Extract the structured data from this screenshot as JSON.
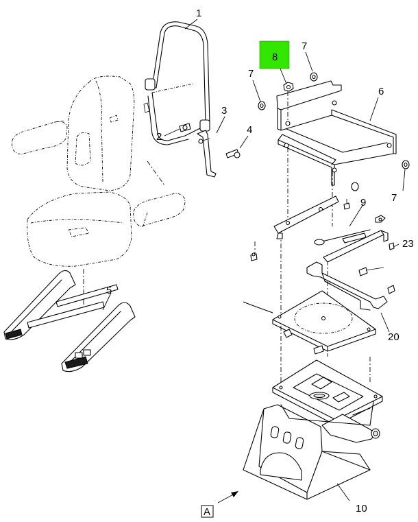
{
  "callouts": [
    {
      "id": "1",
      "label": "1"
    },
    {
      "id": "2",
      "label": "2"
    },
    {
      "id": "3",
      "label": "3"
    },
    {
      "id": "4",
      "label": "4"
    },
    {
      "id": "5",
      "label": "5"
    },
    {
      "id": "6",
      "label": "6"
    },
    {
      "id": "7a",
      "label": "7"
    },
    {
      "id": "7b",
      "label": "7"
    },
    {
      "id": "7c",
      "label": "7"
    },
    {
      "id": "8",
      "label": "8"
    },
    {
      "id": "9",
      "label": "9"
    },
    {
      "id": "10",
      "label": "10"
    },
    {
      "id": "20",
      "label": "20"
    },
    {
      "id": "23",
      "label": "23"
    }
  ],
  "view_marker": {
    "label": "A"
  },
  "colors": {
    "highlight": "#33e600",
    "line": "#000000",
    "background": "#ffffff"
  }
}
